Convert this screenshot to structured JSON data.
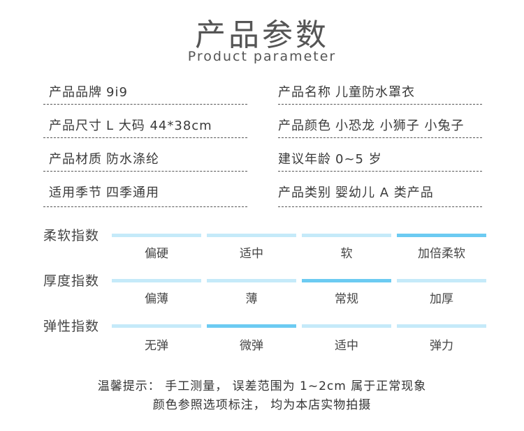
{
  "header": {
    "title": "产品参数",
    "subtitle": "Product parameter"
  },
  "params": [
    {
      "label": "产品品牌",
      "value": "9i9"
    },
    {
      "label": "产品名称",
      "value": "儿童防水罩衣"
    },
    {
      "label": "产品尺寸",
      "value": "L 大码 44*38cm"
    },
    {
      "label": "产品颜色",
      "value": "小恐龙 小狮子 小兔子"
    },
    {
      "label": "产品材质",
      "value": "防水涤纶"
    },
    {
      "label": "建议年龄",
      "value": "0~5 岁"
    },
    {
      "label": "适用季节",
      "value": "四季通用"
    },
    {
      "label": "产品类别",
      "value": "婴幼儿 A 类产品"
    }
  ],
  "indices": [
    {
      "label": "柔软指数",
      "options": [
        "偏硬",
        "适中",
        "软",
        "加倍柔软"
      ],
      "selected_index": 3
    },
    {
      "label": "厚度指数",
      "options": [
        "偏薄",
        "薄",
        "常规",
        "加厚"
      ],
      "selected_index": 2
    },
    {
      "label": "弹性指数",
      "options": [
        "无弹",
        "微弹",
        "适中",
        "弹力"
      ],
      "selected_index": 1
    }
  ],
  "notice": {
    "line1": "温馨提示： 手工测量， 误差范围为 1~2cm 属于正常现象",
    "line2": "颜色参照选项标注， 均为本店实物拍摄"
  },
  "colors": {
    "bar_light": "#c5eaf9",
    "bar_active": "#6ccbf2",
    "text": "#3a3a3a"
  }
}
